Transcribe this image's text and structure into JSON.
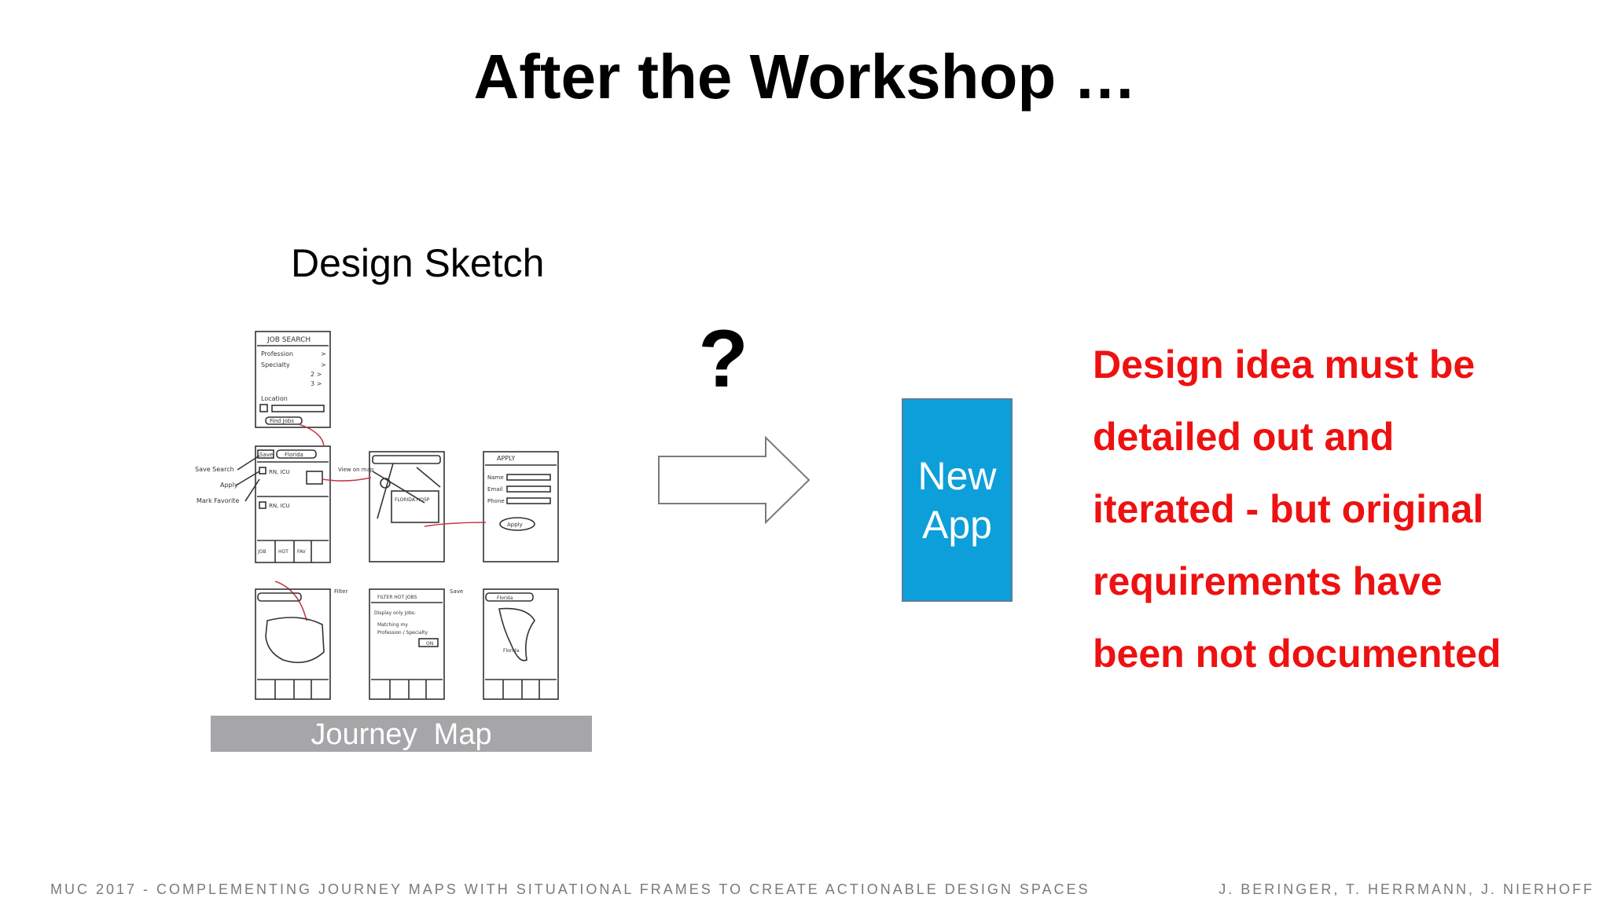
{
  "slide": {
    "title": "After the Workshop …"
  },
  "left": {
    "sketch_label": "Design Sketch",
    "journey_map_label": "Journey  Map",
    "sketch": {
      "screen1_title": "JOB SEARCH",
      "screen1_profession": "Profession",
      "screen1_specialty": "Specialty",
      "screen1_location": "Location",
      "screen1_find": "Find Jobs",
      "note_save_search": "Save Search",
      "note_apply": "Apply",
      "note_mark_favorite": "Mark Favorite",
      "note_view_on_map": "View on map",
      "screen2_save": "Save",
      "screen2_search": "Florida",
      "screen2_job1": "RN, ICU",
      "screen2_job2": "RN, ICU",
      "screen3_detail": "FLORIDA HOSP",
      "screen4_title": "APPLY",
      "screen4_name": "Name",
      "screen4_email": "Email",
      "screen4_phone": "Phone",
      "screen4_apply": "Apply",
      "note_filter": "Filter",
      "note_save": "Save",
      "screen6_title": "FILTER HOT JOBS",
      "screen6_line1": "Display only jobs:",
      "screen6_line2": "Matching my",
      "screen6_line3": "Profession / Specialty",
      "screen6_toggle": "ON",
      "screen7_search": "Florida",
      "screen7_state": "Florida",
      "tab_job": "JOB",
      "tab_hot": "HOT",
      "tab_fav": "FAV"
    }
  },
  "center": {
    "question": "?",
    "app_box": {
      "line1": "New",
      "line2": "App",
      "color": "#0d9fd9"
    }
  },
  "right": {
    "lines": [
      "Design idea must be",
      "detailed out and",
      "iterated - but original",
      "requirements have",
      "been not documented"
    ],
    "color": "#ee1111"
  },
  "footer": {
    "left": "MUC 2017 - COMPLEMENTING JOURNEY MAPS WITH SITUATIONAL FRAMES TO CREATE ACTIONABLE DESIGN SPACES",
    "right": "J. BERINGER, T. HERRMANN, J. NIERHOFF"
  }
}
